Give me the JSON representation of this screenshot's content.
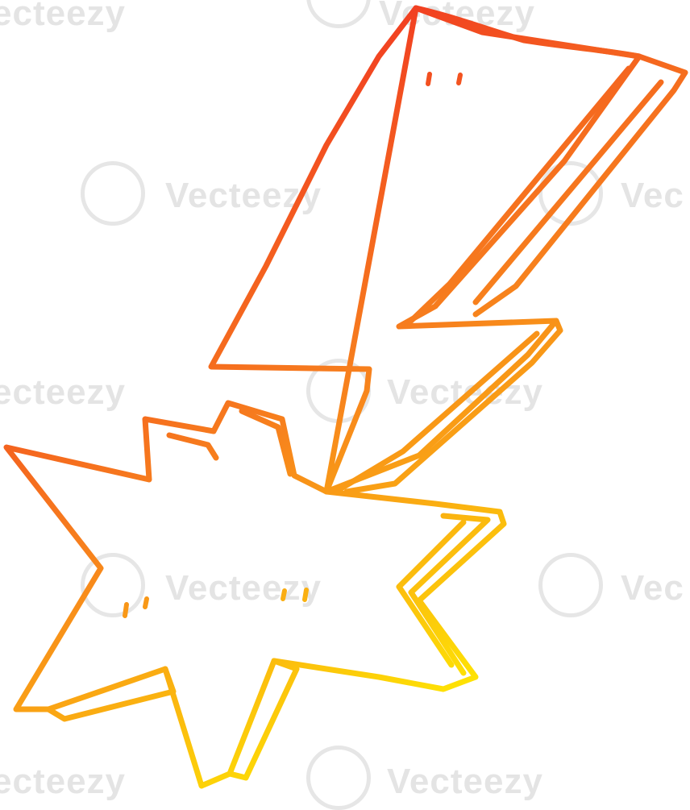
{
  "artwork": {
    "subject": "lightning-bolt-cartoon",
    "gradient": {
      "start_color": "#ee1b24",
      "mid_color": "#f7811d",
      "end_color": "#fff200"
    },
    "background_color": "#ffffff"
  },
  "watermark": {
    "text": "Vecteezy",
    "row1_a": "ecteezy",
    "row1_b": "Vecteezy",
    "row2_a": "Vecteezy",
    "row2_b": "Vec",
    "row3_a": "ecteezy",
    "row3_b": "Vecteezy",
    "row4_a": "Vecteezy",
    "row4_b": "Vec",
    "row5_a": "ecteezy",
    "row5_b": "Vecteezy",
    "icon": "vecteezy-logo-icon",
    "color": "#e4e4e4"
  }
}
